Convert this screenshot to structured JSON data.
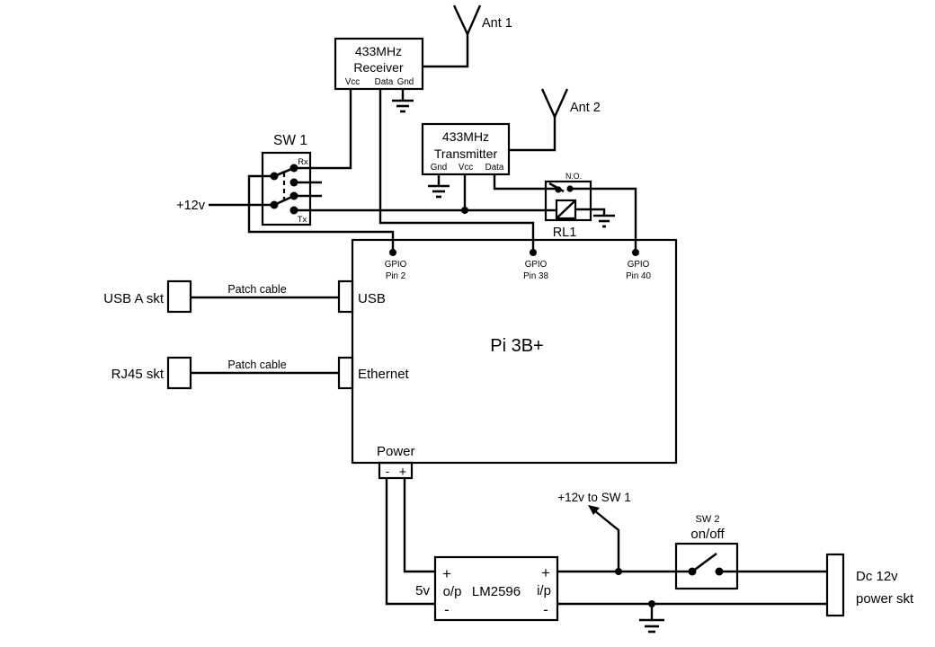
{
  "components": {
    "receiver": {
      "title1": "433MHz",
      "title2": "Receiver",
      "pins": {
        "vcc": "Vcc",
        "data": "Data",
        "gnd": "Gnd"
      }
    },
    "transmitter": {
      "title1": "433MHz",
      "title2": "Transmitter",
      "pins": {
        "gnd": "Gnd",
        "vcc": "Vcc",
        "data": "Data"
      }
    },
    "antenna1": {
      "label": "Ant 1"
    },
    "antenna2": {
      "label": "Ant 2"
    },
    "sw1": {
      "title": "SW 1",
      "rx": "Rx",
      "tx": "Tx"
    },
    "power_rail": {
      "v12": "+12v"
    },
    "relay": {
      "contact_type": "N.O.",
      "name": "RL1"
    },
    "pi": {
      "title": "Pi 3B+",
      "gpio2": {
        "line1": "GPIO",
        "line2": "Pin 2"
      },
      "gpio38": {
        "line1": "GPIO",
        "line2": "Pin 38"
      },
      "gpio40": {
        "line1": "GPIO",
        "line2": "Pin 40"
      },
      "usb": "USB",
      "ethernet": "Ethernet",
      "power": "Power",
      "minus": "-",
      "plus": "+"
    },
    "usb_socket": {
      "label": "USB A skt",
      "cable": "Patch cable"
    },
    "rj45_socket": {
      "label": "RJ45 skt",
      "cable": "Patch cable"
    },
    "lm2596": {
      "v5": "5v",
      "op": "o/p",
      "name": "LM2596",
      "ip": "i/p",
      "plus": "+",
      "minus": "-"
    },
    "note_12v": {
      "label": "+12v to SW 1"
    },
    "sw2": {
      "title": "SW 2",
      "mode": "on/off"
    },
    "dc_socket": {
      "line1": "Dc 12v",
      "line2": "power skt"
    }
  }
}
